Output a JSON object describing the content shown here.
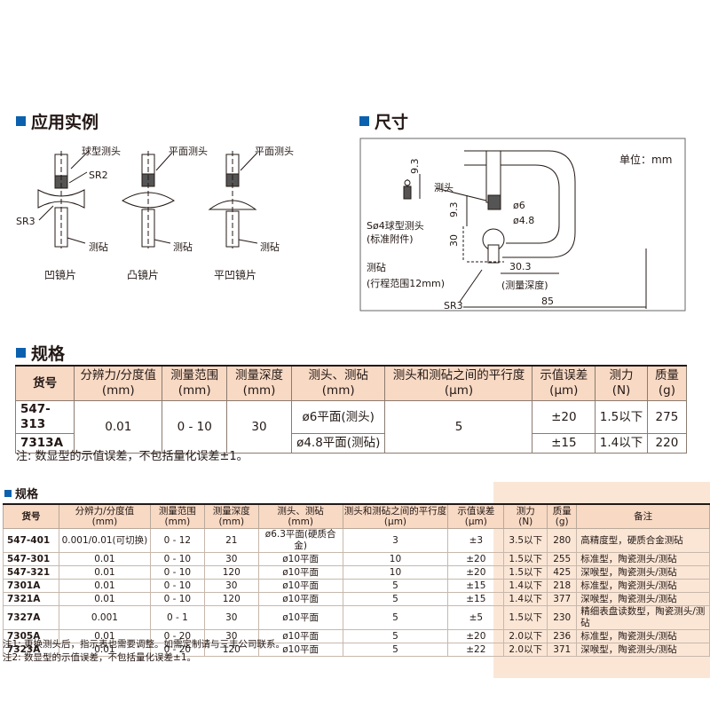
{
  "section_application": {
    "title": "应用实例"
  },
  "section_dimensions": {
    "title": "尺寸"
  },
  "application_figures": {
    "ball_probe": "球型测头",
    "flat_probe_1": "平面测头",
    "flat_probe_2": "平面测头",
    "sr2": "SR2",
    "sr3": "SR3",
    "anvil_1": "测砧",
    "anvil_2": "测砧",
    "anvil_3": "测砧",
    "caption_concave": "凹镜片",
    "caption_convex": "凸镜片",
    "caption_flat_concave": "平凹镜片"
  },
  "dimension_figure": {
    "unit": "单位：mm",
    "probe": "测头",
    "ball_probe_line1": "Sø4球型测头",
    "ball_probe_line2": "(标准附件)",
    "dim_9_3_a": "9.3",
    "dim_9_3_b": "9.3",
    "dim_30": "30",
    "dia_6": "ø6",
    "dia_4_8": "ø4.8",
    "anvil": "测砧",
    "travel": "(行程范围12mm)",
    "dim_30_3": "30.3",
    "depth": "(测量深度)",
    "sr3": "SR3",
    "dim_85": "85"
  },
  "spec_title": "规格",
  "spec_table_1": {
    "headers": [
      {
        "l1": "货号",
        "l2": ""
      },
      {
        "l1": "分辨力/分度值",
        "l2": "(mm)"
      },
      {
        "l1": "测量范围",
        "l2": "(mm)"
      },
      {
        "l1": "测量深度",
        "l2": "(mm)"
      },
      {
        "l1": "测头、测砧",
        "l2": "(mm)"
      },
      {
        "l1": "测头和测砧之间的平行度",
        "l2": "(μm)"
      },
      {
        "l1": "示值误差",
        "l2": "(μm)"
      },
      {
        "l1": "测力",
        "l2": "(N)"
      },
      {
        "l1": "质量",
        "l2": "(g)"
      }
    ],
    "code_1": "547-313",
    "code_2": "7313A",
    "resolution": "0.01",
    "range": "0 - 10",
    "depth": "30",
    "probe_line1": "ø6平面(测头)",
    "probe_line2": "ø4.8平面(测砧)",
    "parallelism": "5",
    "error_1": "±20",
    "error_2": "±15",
    "force_1": "1.5以下",
    "force_2": "1.4以下",
    "mass_1": "275",
    "mass_2": "220"
  },
  "note_1": "注: 数显型的示值误差，不包括量化误差±1。",
  "spec_title_2": "规格",
  "spec_table_2": {
    "headers": [
      {
        "l1": "货号",
        "l2": ""
      },
      {
        "l1": "分辨力/分度值",
        "l2": "(mm)"
      },
      {
        "l1": "测量范围",
        "l2": "(mm)"
      },
      {
        "l1": "测量深度",
        "l2": "(mm)"
      },
      {
        "l1": "测头、测砧",
        "l2": "(mm)"
      },
      {
        "l1": "测头和测砧之间的平行度",
        "l2": "(μm)"
      },
      {
        "l1": "示值误差",
        "l2": "(μm)"
      },
      {
        "l1": "测力",
        "l2": "(N)"
      },
      {
        "l1": "质量",
        "l2": "(g)"
      },
      {
        "l1": "备注",
        "l2": ""
      }
    ],
    "rows": [
      [
        "547-401",
        "0.001/0.01(可切换)",
        "0 - 12",
        "21",
        "ø6.3平面(硬质合金)",
        "3",
        "±3",
        "3.5以下",
        "280",
        "高精度型，硬质合金测砧"
      ],
      [
        "547-301",
        "0.01",
        "0 - 10",
        "30",
        "ø10平面",
        "10",
        "±20",
        "1.5以下",
        "255",
        "标准型，陶瓷测头/测砧"
      ],
      [
        "547-321",
        "0.01",
        "0 - 10",
        "120",
        "ø10平面",
        "10",
        "±20",
        "1.5以下",
        "425",
        "深喉型，陶瓷测头/测砧"
      ],
      [
        "7301A",
        "0.01",
        "0 - 10",
        "30",
        "ø10平面",
        "5",
        "±15",
        "1.4以下",
        "218",
        "标准型，陶瓷测头/测砧"
      ],
      [
        "7321A",
        "0.01",
        "0 - 10",
        "120",
        "ø10平面",
        "5",
        "±15",
        "1.4以下",
        "377",
        "深喉型，陶瓷测头/测砧"
      ],
      [
        "7327A",
        "0.001",
        "0 - 1",
        "30",
        "ø10平面",
        "5",
        "±5",
        "1.5以下",
        "230",
        "精细表盘读数型，陶瓷测头/测砧"
      ],
      [
        "7305A",
        "0.01",
        "0 - 20",
        "30",
        "ø10平面",
        "5",
        "±20",
        "2.0以下",
        "236",
        "标准型，陶瓷测头/测砧"
      ],
      [
        "7323A",
        "0.01",
        "0 - 20",
        "120",
        "ø10平面",
        "5",
        "±22",
        "2.0以下",
        "371",
        "深喉型，陶瓷测头/测砧"
      ]
    ]
  },
  "note_2a": "注1: 更换测头后，指示表也需要调整。如需定制请与三丰公司联系。",
  "note_2b": "注2: 数显型的示值误差，不包括量化误差±1。",
  "colors": {
    "accent_blue": "#0b61ae",
    "header_bg": "#f7d9c4",
    "highlight": "#fbe6d6"
  }
}
